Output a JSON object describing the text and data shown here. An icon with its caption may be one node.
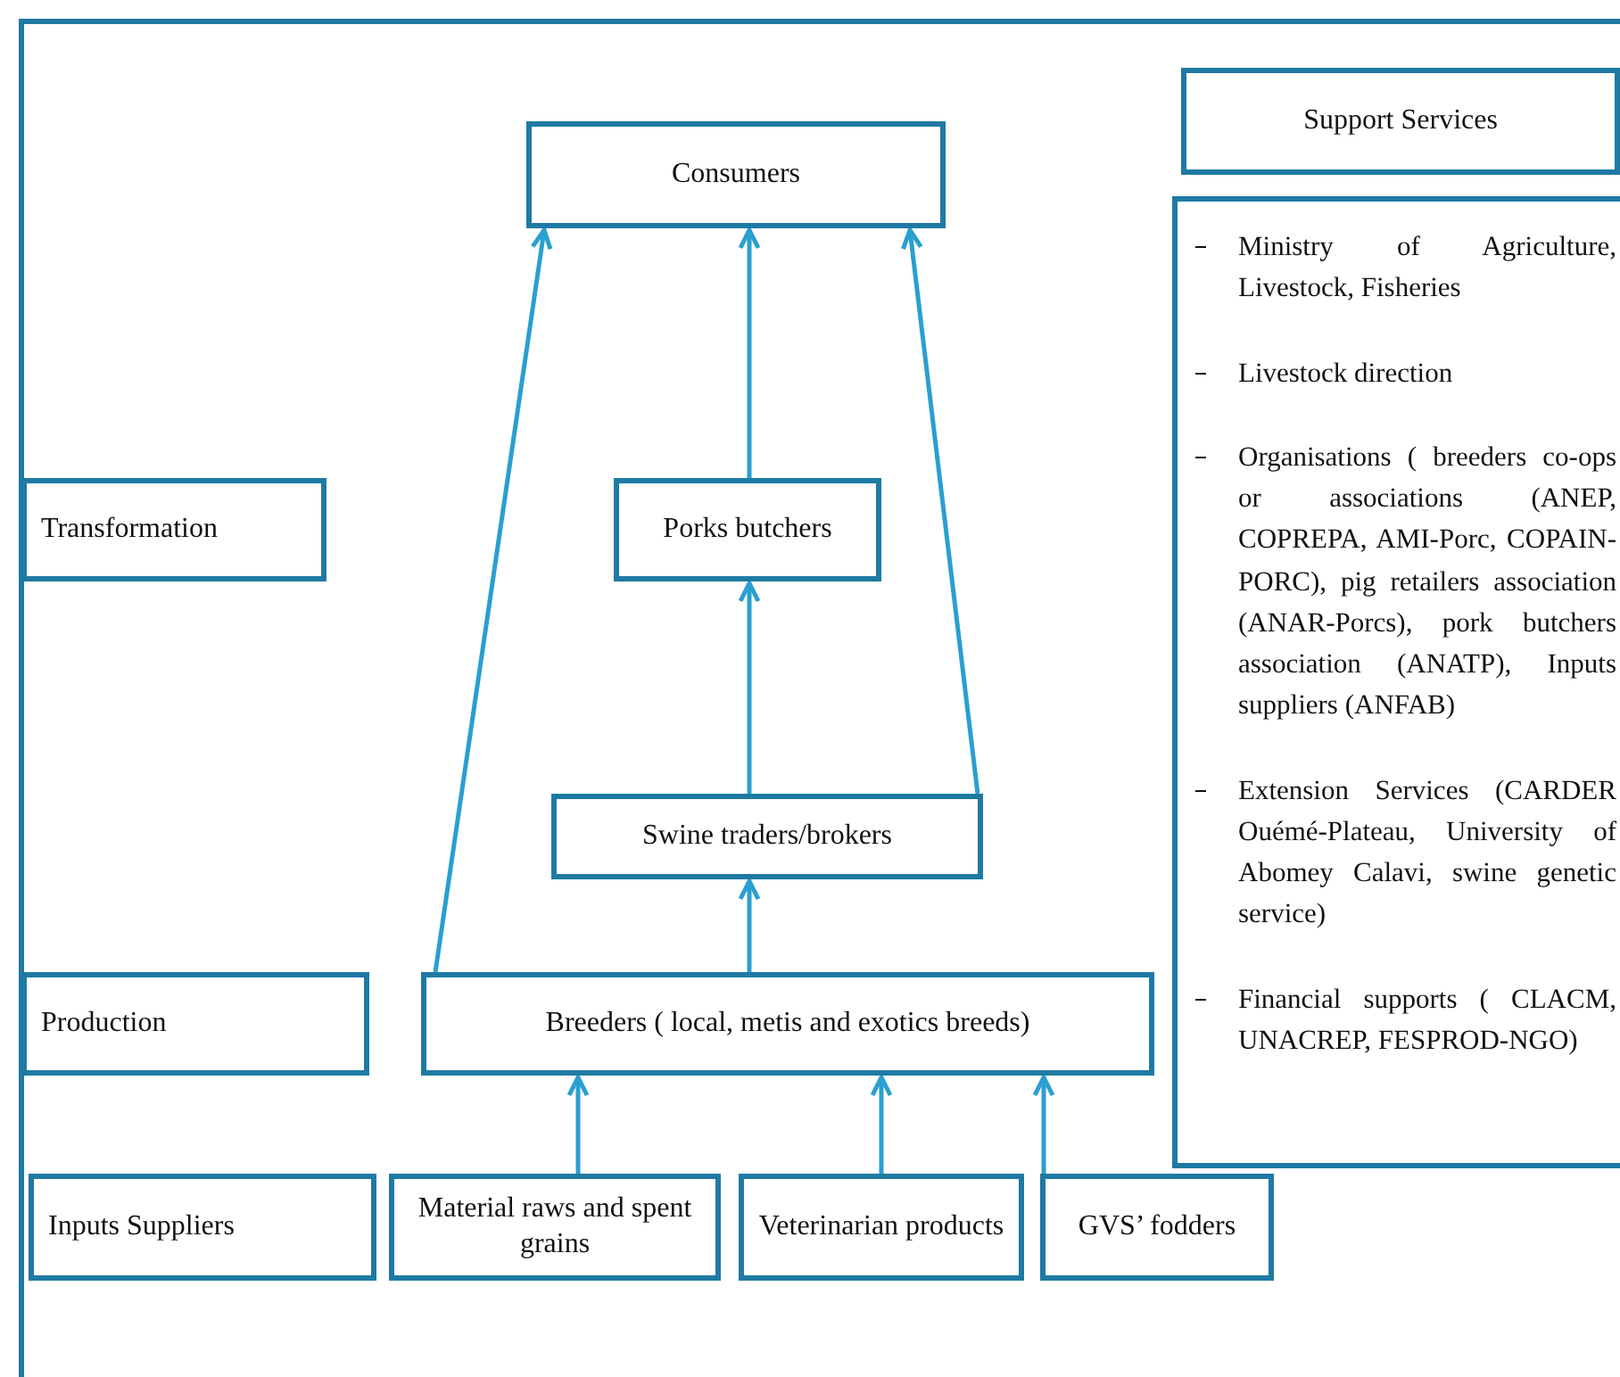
{
  "diagram": {
    "nodes": [
      {
        "text": [
          "Consumers"
        ]
      },
      {
        "text": [
          "Support Services"
        ]
      },
      {
        "text": [
          "Ministry of Agriculture, Livestock, Fisheries",
          "Livestock direction",
          "Organisations ( breeders co-ops or associations (ANEP, COPREPA, AMI-Porc, COPAIN-PORC), pig retailers association (ANAR-Porcs), pork butchers association (ANATP), Inputs suppliers (ANFAB)",
          "Extension Services (CARDER Ouémé-Plateau, University of Abomey Calavi, swine genetic service)",
          "Financial supports ( CLACM, UNACREP, FESPROD-NGO)"
        ]
      },
      {
        "text": [
          "Transformation"
        ]
      },
      {
        "text": [
          "Porks butchers"
        ]
      },
      {
        "text": [
          "Swine traders/brokers"
        ]
      },
      {
        "text": [
          "Production"
        ]
      },
      {
        "text": [
          "Breeders ( local, metis and exotics breeds)"
        ]
      },
      {
        "text": [
          "Inputs Suppliers"
        ]
      },
      {
        "text": [
          "Material raws and spent grains"
        ]
      },
      {
        "text": [
          "Veterinarian products"
        ]
      },
      {
        "text": [
          "GVS’ fodders"
        ]
      }
    ],
    "edges": [
      {
        "from": 7,
        "to": 0,
        "arrow": "to"
      },
      {
        "from": 4,
        "to": 0,
        "arrow": "to"
      },
      {
        "from": 5,
        "to": 0,
        "arrow": "to"
      },
      {
        "from": 5,
        "to": 4,
        "arrow": "to"
      },
      {
        "from": 7,
        "to": 5,
        "arrow": "to"
      },
      {
        "from": 9,
        "to": 7,
        "arrow": "to"
      },
      {
        "from": 10,
        "to": 7,
        "arrow": "to"
      },
      {
        "from": 11,
        "to": 7,
        "arrow": "to"
      }
    ]
  }
}
